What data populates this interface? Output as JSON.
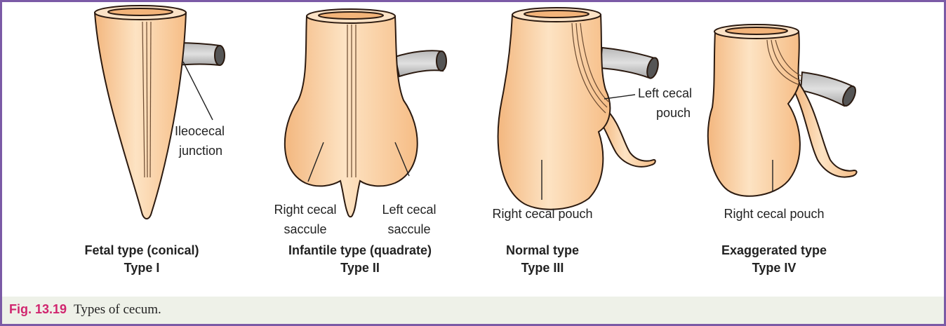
{
  "figure": {
    "number": "Fig. 13.19",
    "caption": "Types of cecum."
  },
  "panels": [
    {
      "title_line1": "Fetal type (conical)",
      "title_line2": "Type I",
      "labels": [
        "Ileocecal",
        "junction"
      ]
    },
    {
      "title_line1": "Infantile type (quadrate)",
      "title_line2": "Type II",
      "labels": [
        "Right cecal",
        "saccule",
        "Left cecal",
        "saccule"
      ]
    },
    {
      "title_line1": "Normal type",
      "title_line2": "Type III",
      "labels": [
        "Left cecal",
        "pouch",
        "Right cecal pouch"
      ]
    },
    {
      "title_line1": "Exaggerated type",
      "title_line2": "Type IV",
      "labels": [
        "Right cecal pouch"
      ]
    }
  ],
  "colors": {
    "frame": "#7b5aa6",
    "caption_bg": "#eef1e8",
    "fig_number": "#d0256e",
    "cecum_fill": "#f8c99a",
    "cecum_outline": "#2b1a10",
    "ileum_fill": "#c9c9c9"
  }
}
